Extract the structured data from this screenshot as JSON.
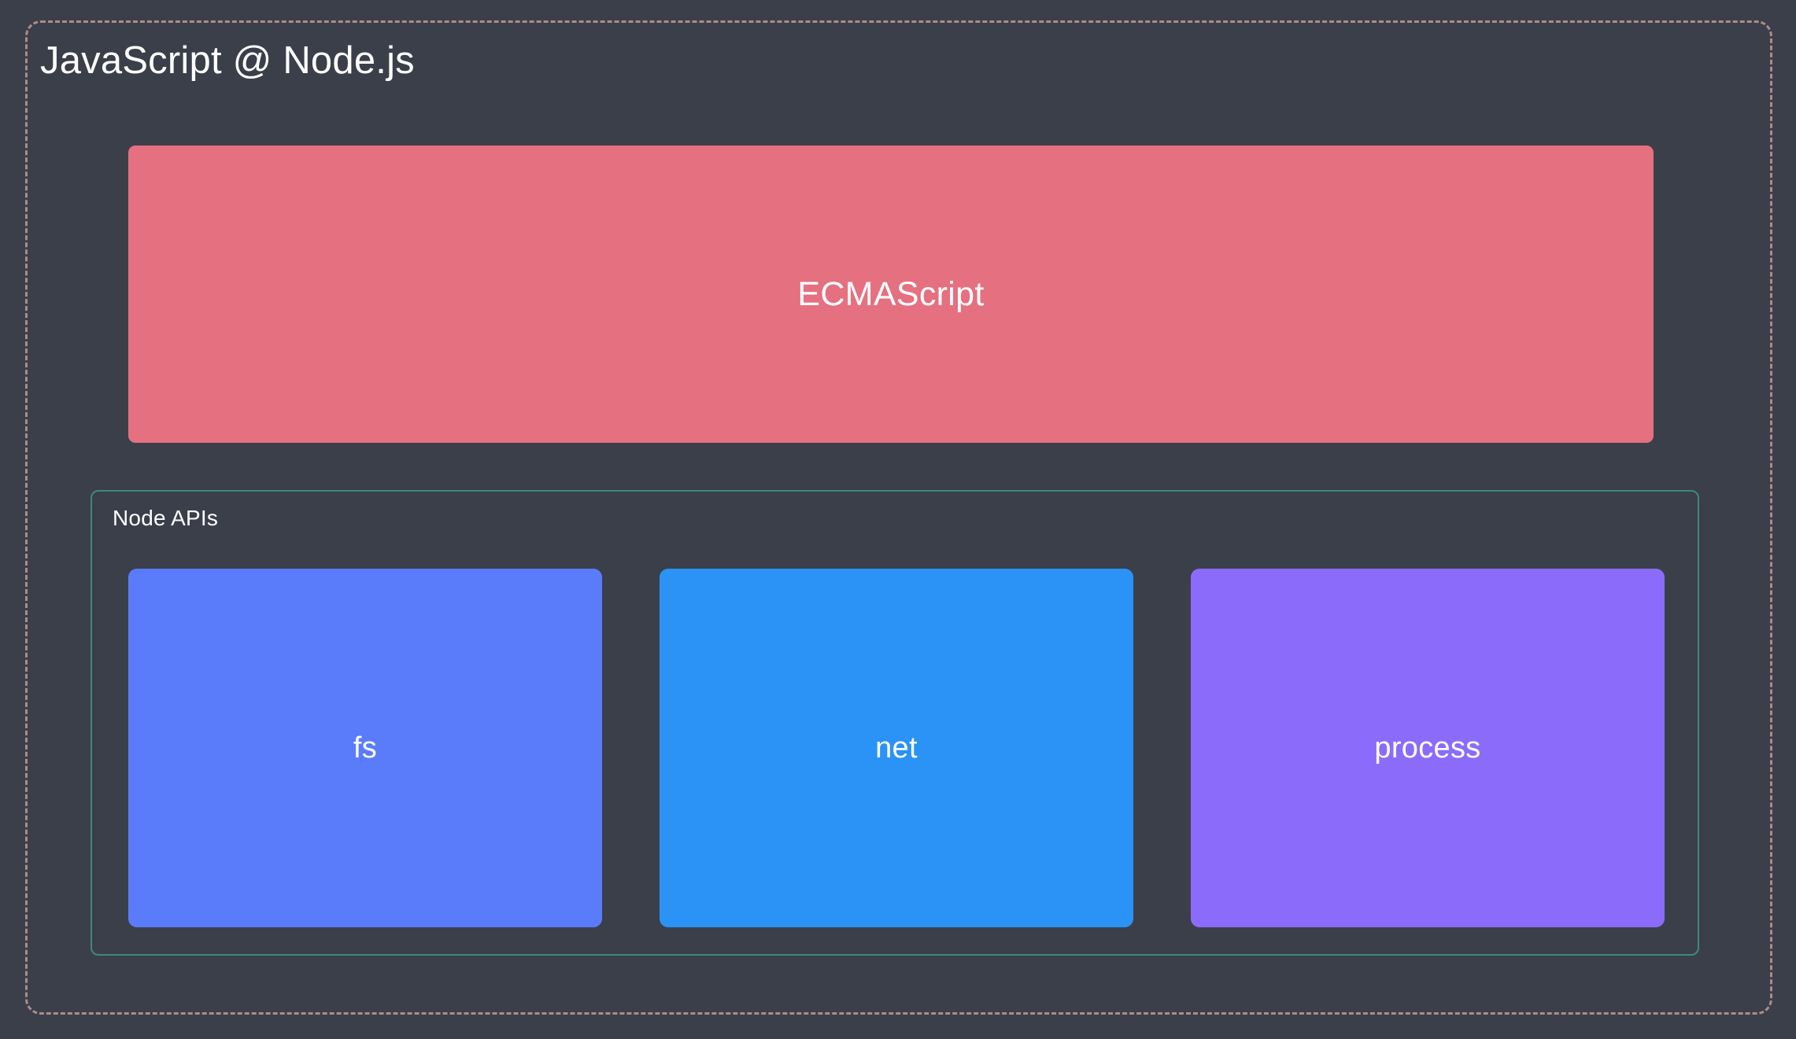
{
  "diagram": {
    "background_color": "#3b3f4a",
    "outer_group": {
      "title": "JavaScript @ Node.js",
      "border_color": "#b08a8a",
      "border_style": "dashed"
    },
    "ecmascript_block": {
      "label": "ECMAScript",
      "fill_color": "#e5707f",
      "text_color": "#ffffff"
    },
    "node_apis_group": {
      "title": "Node APIs",
      "border_color": "#3d8a7a",
      "border_style": "solid",
      "modules": [
        {
          "label": "fs",
          "fill_color": "#5b7cfa",
          "text_color": "#ffffff"
        },
        {
          "label": "net",
          "fill_color": "#2b93f5",
          "text_color": "#ffffff"
        },
        {
          "label": "process",
          "fill_color": "#8b6cfa",
          "text_color": "#ffffff"
        }
      ]
    }
  }
}
